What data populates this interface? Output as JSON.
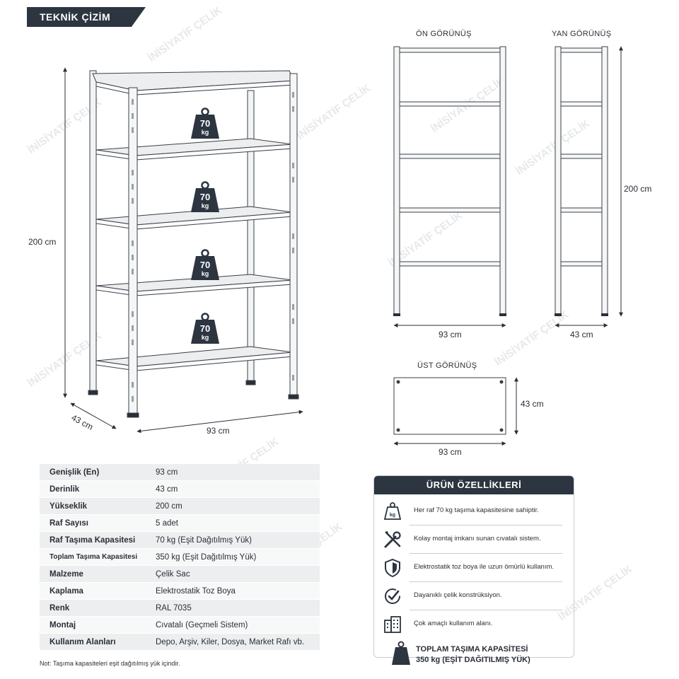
{
  "header": {
    "title": "TEKNİK ÇİZİM"
  },
  "watermark": "İNİSİYATİF ÇELİK",
  "perspective": {
    "height_label": "200 cm",
    "width_label": "93 cm",
    "depth_label": "43 cm",
    "weight_tags": [
      "70",
      "70",
      "70",
      "70"
    ],
    "weight_unit": "kg"
  },
  "views": {
    "front": {
      "title": "ÖN GÖRÜNÜŞ",
      "width_label": "93 cm"
    },
    "side": {
      "title": "YAN GÖRÜNÜŞ",
      "width_label": "43 cm",
      "height_label": "200 cm"
    },
    "top": {
      "title": "ÜST GÖRÜNÜŞ",
      "width_label": "93 cm",
      "depth_label": "43 cm"
    }
  },
  "specs": [
    {
      "key": "Genişlik (En)",
      "value": "93 cm"
    },
    {
      "key": "Derinlik",
      "value": "43 cm"
    },
    {
      "key": "Yükseklik",
      "value": "200 cm"
    },
    {
      "key": "Raf Sayısı",
      "value": "5 adet"
    },
    {
      "key": "Raf Taşıma Kapasitesi",
      "value": "70 kg (Eşit Dağıtılmış Yük)"
    },
    {
      "key": "Toplam Taşıma Kapasitesi",
      "value": "350 kg (Eşit Dağıtılmış Yük)"
    },
    {
      "key": "Malzeme",
      "value": "Çelik Sac"
    },
    {
      "key": "Kaplama",
      "value": "Elektrostatik Toz Boya"
    },
    {
      "key": "Renk",
      "value": "RAL 7035"
    },
    {
      "key": "Montaj",
      "value": "Cıvatalı (Geçmeli Sistem)"
    },
    {
      "key": "Kullanım Alanları",
      "value": "Depo, Arşiv, Kiler, Dosya, Market Rafı vb."
    }
  ],
  "note": "Not: Taşıma kapasiteleri eşit dağıtılmış yük içindir.",
  "features": {
    "title": "ÜRÜN ÖZELLİKLERİ",
    "items": [
      {
        "icon": "weight-icon",
        "text": "Her raf 70 kg taşıma kapasitesine sahiptir."
      },
      {
        "icon": "wrench-screwdriver-icon",
        "text": "Kolay montaj imkanı sunan cıvatalı sistem."
      },
      {
        "icon": "shield-icon",
        "text": "Elektrostatik toz boya ile uzun ömürlü kullanım."
      },
      {
        "icon": "check-badge-icon",
        "text": "Dayanıklı çelik konstrüksiyon."
      },
      {
        "icon": "building-icon",
        "text": "Çok amaçlı kullanım alanı."
      }
    ]
  },
  "total": {
    "icon": "weight-icon",
    "line1": "TOPLAM TAŞIMA KAPASİTESİ",
    "line2": "350 kg  (EŞİT DAĞITILMIŞ YÜK)"
  }
}
